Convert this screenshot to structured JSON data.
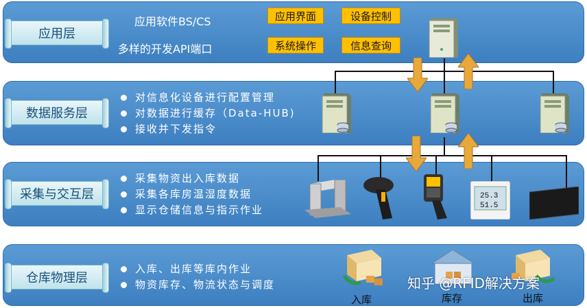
{
  "layers": {
    "app": {
      "label": "应用层",
      "line1": "应用软件BS/CS",
      "line2": "多样的开发API端口",
      "tags": [
        "应用界面",
        "设备控制",
        "系统操作",
        "信息查询"
      ]
    },
    "data": {
      "label": "数据服务层",
      "bullets": [
        "对信息化设备进行配置管理",
        "对数据进行缓存（Data-HUB)",
        "接收并下发指令"
      ]
    },
    "collect": {
      "label": "采集与交互层",
      "bullets": [
        "采集物资出入库数据",
        "采集各库房温湿度数据",
        "显示仓储信息与指示作业"
      ]
    },
    "warehouse": {
      "label": "仓库物理层",
      "bullets": [
        "入库、出库等库内作业",
        "物资库存、物流状态与调度"
      ],
      "icons": [
        "入库",
        "库存",
        "出库"
      ]
    }
  },
  "sensor_display": {
    "temp": "25.3",
    "humidity": "51.5"
  },
  "watermark": "知乎 @RFID解决方案",
  "colors": {
    "band": "#4a8ccb",
    "tag": "#ffc000",
    "arrow": "#e8a93a"
  }
}
